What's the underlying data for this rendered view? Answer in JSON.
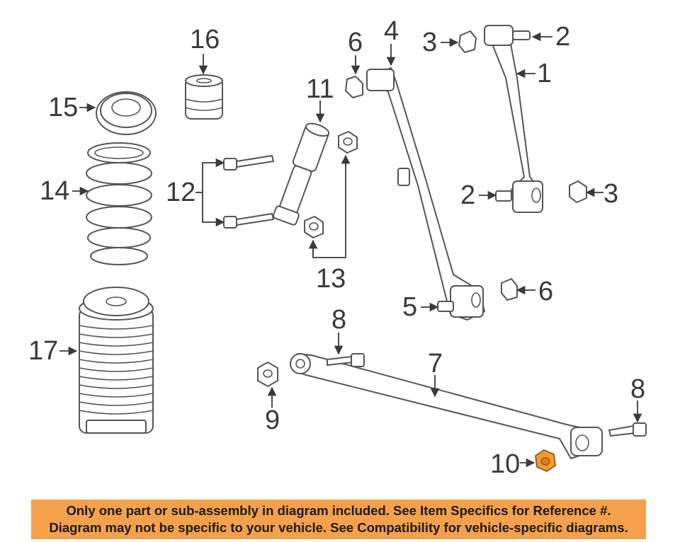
{
  "callouts": {
    "c1": "1",
    "c2a": "2",
    "c2b": "2",
    "c3a": "3",
    "c3b": "3",
    "c4": "4",
    "c5": "5",
    "c6a": "6",
    "c6b": "6",
    "c7": "7",
    "c8a": "8",
    "c8b": "8",
    "c9": "9",
    "c10": "10",
    "c11": "11",
    "c12": "12",
    "c13": "13",
    "c14": "14",
    "c15": "15",
    "c16": "16",
    "c17": "17"
  },
  "highlight_color": "#f39a2b",
  "banner": {
    "color": "#f5a04b",
    "line1": "Only one part or sub-assembly in diagram included. See Item Specifics for Reference #.",
    "line2": "Diagram may not be specific to your vehicle. See Compatibility for vehicle-specific diagrams."
  }
}
